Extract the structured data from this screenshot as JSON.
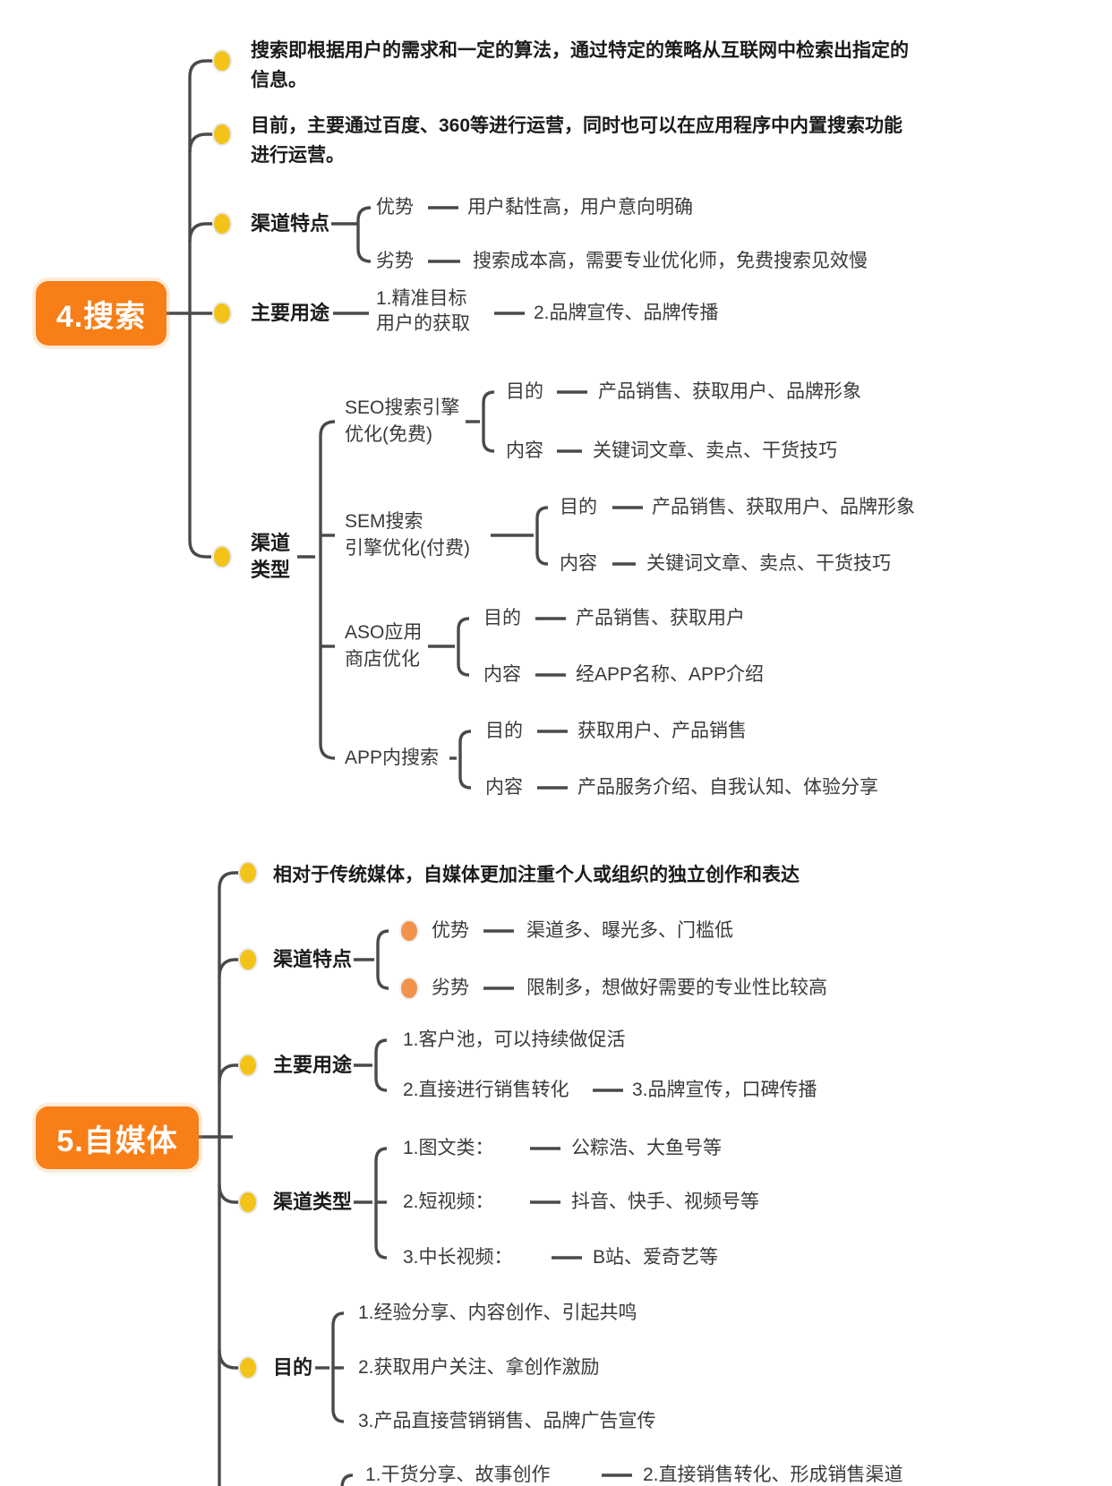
{
  "colors": {
    "root_bg": "#F87E17",
    "root_text": "#FFFFFF",
    "yellow_dot": "#F3C31A",
    "orange_dot": "#F2934C",
    "line": "#4A4A4A",
    "text": "#3A3A3A"
  },
  "search": {
    "root_label": "4.搜索",
    "descriptions": [
      "搜索即根据用户的需求和一定的算法，通过特定的策略从互联网中检索出指定的\n信息。",
      "目前，主要通过百度、360等进行运营，同时也可以在应用程序中内置搜索功能\n进行运营。"
    ],
    "features": {
      "label": "渠道特点",
      "pros_label": "优势",
      "pros_value": "用户黏性高，用户意向明确",
      "cons_label": "劣势",
      "cons_value": "搜索成本高，需要专业优化师，免费搜索见效慢"
    },
    "uses": {
      "label": "主要用途",
      "item1": "1.精准目标\n用户的获取",
      "item2": "2.品牌宣传、品牌传播"
    },
    "types": {
      "label": "渠道\n类型",
      "children": [
        {
          "name": "SEO搜索引擎\n优化(免费)",
          "purpose_label": "目的",
          "purpose": "产品销售、获取用户、品牌形象",
          "content_label": "内容",
          "content": "关键词文章、卖点、干货技巧"
        },
        {
          "name": "SEM搜索\n引擎优化(付费)",
          "purpose_label": "目的",
          "purpose": "产品销售、获取用户、品牌形象",
          "content_label": "内容",
          "content": "关键词文章、卖点、干货技巧"
        },
        {
          "name": "ASO应用\n商店优化",
          "purpose_label": "目的",
          "purpose": "产品销售、获取用户",
          "content_label": "内容",
          "content": "经APP名称、APP介绍"
        },
        {
          "name": "APP内搜索",
          "purpose_label": "目的",
          "purpose": "获取用户、产品销售",
          "content_label": "内容",
          "content": "产品服务介绍、自我认知、体验分享"
        }
      ]
    }
  },
  "media": {
    "root_label": "5.自媒体",
    "description": "相对于传统媒体，自媒体更加注重个人或组织的独立创作和表达",
    "features": {
      "label": "渠道特点",
      "pros_label": "优势",
      "pros_value": "渠道多、曝光多、门槛低",
      "cons_label": "劣势",
      "cons_value": "限制多，想做好需要的专业性比较高"
    },
    "uses": {
      "label": "主要用途",
      "item1": "1.客户池，可以持续做促活",
      "item2": "2.直接进行销售转化",
      "item3": "3.品牌宣传，口碑传播"
    },
    "types": {
      "label": "渠道类型",
      "rows": [
        {
          "k": "1.图文类：",
          "v": "公粽浩、大鱼号等"
        },
        {
          "k": "2.短视频：",
          "v": "抖音、快手、视频号等"
        },
        {
          "k": "3.中长视频：",
          "v": "B站、爱奇艺等"
        }
      ]
    },
    "purpose": {
      "label": "目的",
      "items": [
        "1.经验分享、内容创作、引起共鸣",
        "2.获取用户关注、拿创作激励",
        "3.产品直接营销销售、品牌广告宣传"
      ]
    },
    "bottom": {
      "item1": "1.干货分享、故事创作",
      "item2": "2.直接销售转化、形成销售渠道"
    }
  }
}
